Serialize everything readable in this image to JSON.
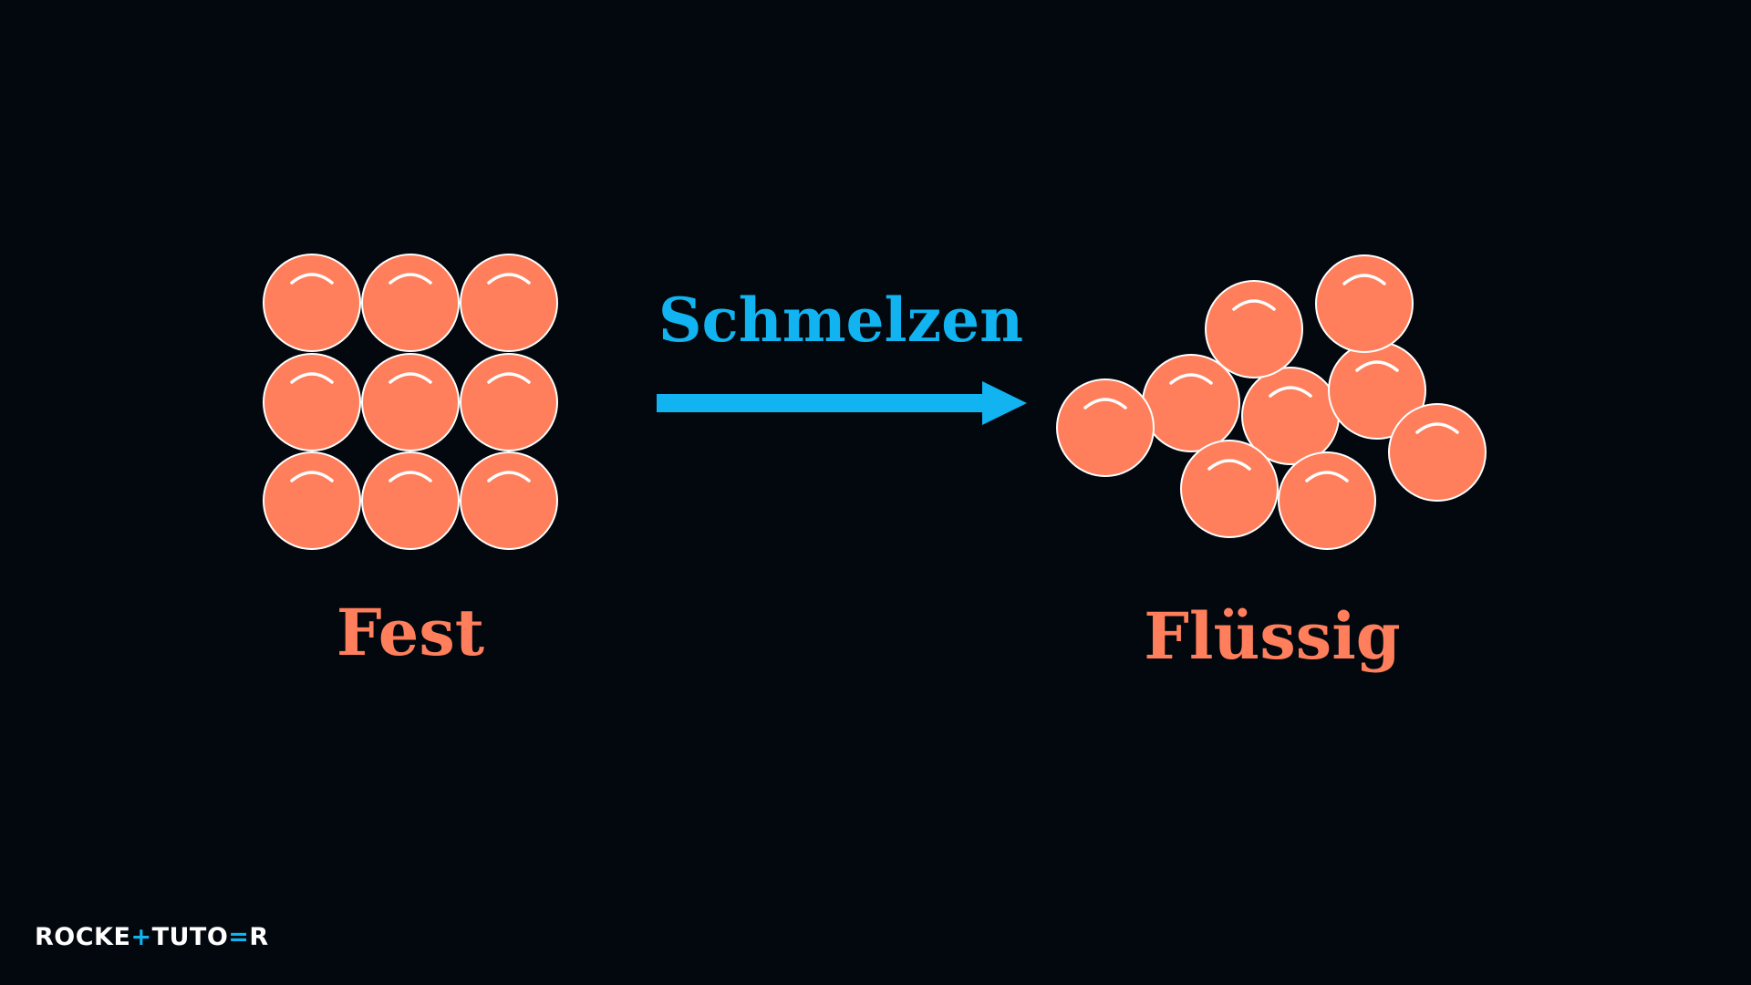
{
  "diagram": {
    "process_label": "Schmelzen",
    "solid_label": "Fest",
    "liquid_label": "Flüssig"
  },
  "logo": {
    "part1": "ROCKE",
    "mark": "+",
    "part2": "TUTO",
    "mark2": "=",
    "part3": "R"
  },
  "colors": {
    "background": "#03080e",
    "particle": "#ff7f5c",
    "particle_stroke": "#ffffff",
    "label": "#ff7f5c",
    "process": "#11b4f0",
    "logo_text": "#ffffff",
    "logo_accent": "#11b4f0"
  },
  "icons": {
    "arrow": "right-arrow-icon",
    "particle": "sphere-particle"
  }
}
